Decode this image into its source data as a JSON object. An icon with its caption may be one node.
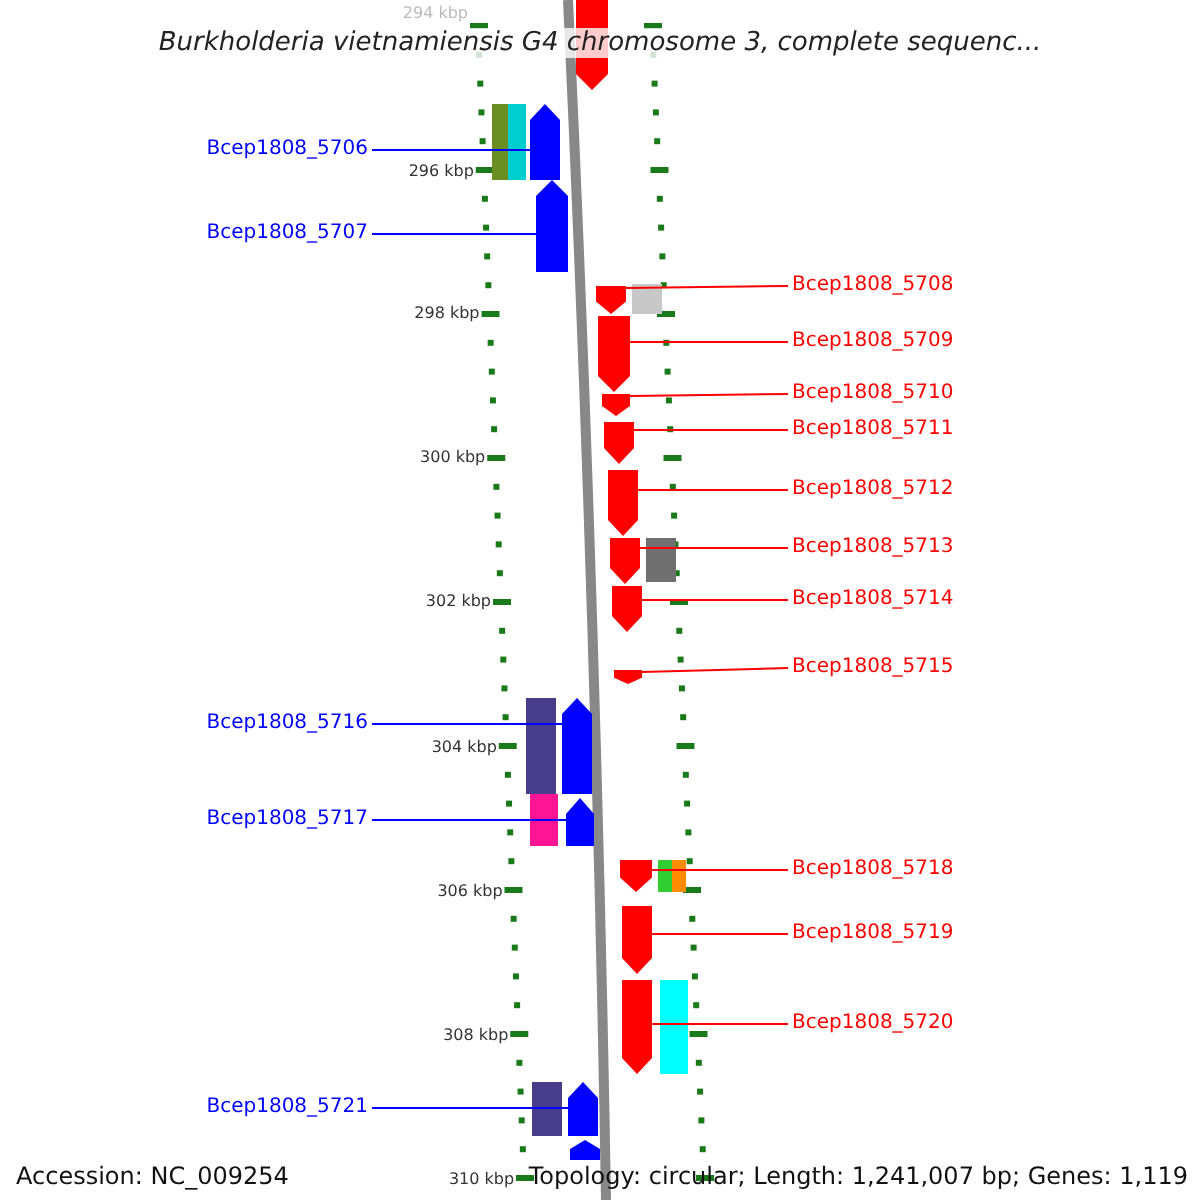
{
  "diagram": {
    "title": "Burkholderia vietnamiensis G4 chromosome 3, complete sequenc...",
    "nodes": [
      {
        "text": [
          "Bcep1808_5706"
        ]
      },
      {
        "text": [],
        "shape": "arrow"
      },
      {
        "text": [
          "Bcep1808_5707"
        ]
      },
      {
        "text": [],
        "shape": "arrow"
      },
      {
        "text": [
          "Bcep1808_5708"
        ]
      },
      {
        "text": [],
        "shape": "arrow"
      },
      {
        "text": [
          "Bcep1808_5709"
        ]
      },
      {
        "text": [],
        "shape": "arrow"
      },
      {
        "text": [
          "Bcep1808_5710"
        ]
      },
      {
        "text": [],
        "shape": "arrow"
      },
      {
        "text": [
          "Bcep1808_5711"
        ]
      },
      {
        "text": [],
        "shape": "arrow"
      },
      {
        "text": [
          "Bcep1808_5712"
        ]
      },
      {
        "text": [],
        "shape": "arrow"
      },
      {
        "text": [
          "Bcep1808_5713"
        ]
      },
      {
        "text": [],
        "shape": "arrow"
      },
      {
        "text": [
          "Bcep1808_5714"
        ]
      },
      {
        "text": [],
        "shape": "arrow"
      },
      {
        "text": [
          "Bcep1808_5715"
        ]
      },
      {
        "text": [],
        "shape": "arrow"
      },
      {
        "text": [
          "Bcep1808_5716"
        ]
      },
      {
        "text": [],
        "shape": "arrow"
      },
      {
        "text": [
          "Bcep1808_5717"
        ]
      },
      {
        "text": [],
        "shape": "arrow"
      },
      {
        "text": [
          "Bcep1808_5718"
        ]
      },
      {
        "text": [],
        "shape": "arrow"
      },
      {
        "text": [
          "Bcep1808_5719"
        ]
      },
      {
        "text": [],
        "shape": "arrow"
      },
      {
        "text": [
          "Bcep1808_5720"
        ]
      },
      {
        "text": [],
        "shape": "arrow"
      },
      {
        "text": [
          "Bcep1808_5721"
        ]
      },
      {
        "text": [],
        "shape": "arrow"
      },
      {
        "text": [],
        "shape": "arrow"
      },
      {
        "text": [],
        "shape": "arrow"
      }
    ],
    "edges": [
      {
        "from": 0,
        "to": 1,
        "arrow": "none",
        "color": "#0000ff"
      },
      {
        "from": 2,
        "to": 3,
        "arrow": "none",
        "color": "#0000ff"
      },
      {
        "from": 4,
        "to": 5,
        "arrow": "none"
      },
      {
        "from": 6,
        "to": 7,
        "arrow": "none"
      },
      {
        "from": 8,
        "to": 9,
        "arrow": "none"
      },
      {
        "from": 10,
        "to": 11,
        "arrow": "none"
      },
      {
        "from": 12,
        "to": 13,
        "arrow": "none"
      },
      {
        "from": 14,
        "to": 15,
        "arrow": "none"
      },
      {
        "from": 16,
        "to": 17,
        "arrow": "none"
      },
      {
        "from": 18,
        "to": 19,
        "arrow": "none"
      },
      {
        "from": 20,
        "to": 21,
        "arrow": "none",
        "color": "#0000ff"
      },
      {
        "from": 22,
        "to": 23,
        "arrow": "none",
        "color": "#0000ff"
      },
      {
        "from": 24,
        "to": 25,
        "arrow": "none"
      },
      {
        "from": 26,
        "to": 27,
        "arrow": "none"
      },
      {
        "from": 28,
        "to": 29,
        "arrow": "none"
      },
      {
        "from": 30,
        "to": 31,
        "arrow": "none",
        "color": "#0000ff"
      }
    ],
    "labels": [
      "294 kbp",
      "296 kbp",
      "298 kbp",
      "300 kbp",
      "302 kbp",
      "304 kbp",
      "306 kbp",
      "308 kbp",
      "310 kbp",
      "Accession: NC_009254",
      "Topology: circular; Length: 1,241,007 bp; Genes: 1,119"
    ]
  }
}
